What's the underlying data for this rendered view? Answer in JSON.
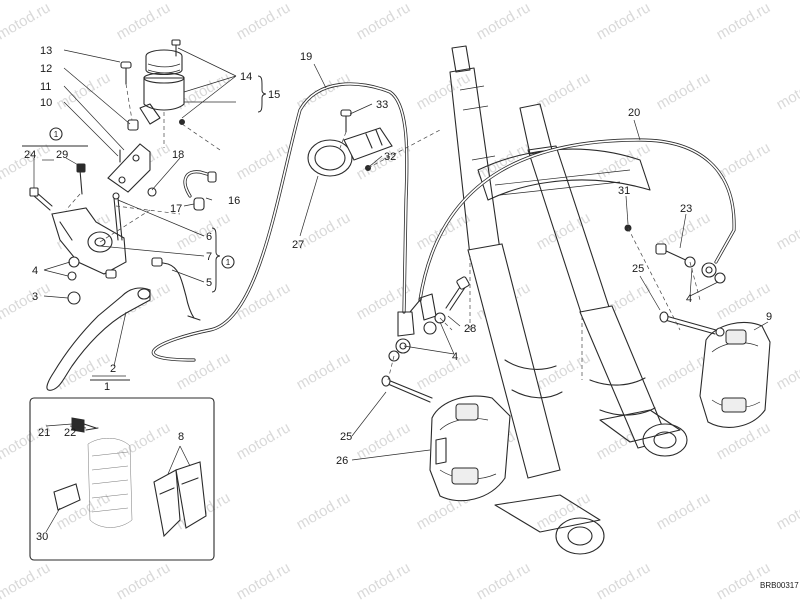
{
  "diagram": {
    "code": "BRB00317",
    "watermark_text": "motod.ru",
    "view_marker": "1",
    "callouts": [
      {
        "id": "13",
        "label": "13"
      },
      {
        "id": "12",
        "label": "12"
      },
      {
        "id": "11",
        "label": "11"
      },
      {
        "id": "10",
        "label": "10"
      },
      {
        "id": "14",
        "label": "14"
      },
      {
        "id": "15",
        "label": "15"
      },
      {
        "id": "18",
        "label": "18"
      },
      {
        "id": "17",
        "label": "17"
      },
      {
        "id": "16",
        "label": "16"
      },
      {
        "id": "24",
        "label": "24"
      },
      {
        "id": "29",
        "label": "29"
      },
      {
        "id": "6",
        "label": "6"
      },
      {
        "id": "7",
        "label": "7"
      },
      {
        "id": "5",
        "label": "5"
      },
      {
        "id": "4a",
        "label": "4"
      },
      {
        "id": "3",
        "label": "3"
      },
      {
        "id": "2",
        "label": "2"
      },
      {
        "id": "1",
        "label": "1"
      },
      {
        "id": "19",
        "label": "19"
      },
      {
        "id": "33",
        "label": "33"
      },
      {
        "id": "32",
        "label": "32"
      },
      {
        "id": "27",
        "label": "27"
      },
      {
        "id": "28",
        "label": "28"
      },
      {
        "id": "4b",
        "label": "4"
      },
      {
        "id": "20",
        "label": "20"
      },
      {
        "id": "31",
        "label": "31"
      },
      {
        "id": "23",
        "label": "23"
      },
      {
        "id": "25a",
        "label": "25"
      },
      {
        "id": "4c",
        "label": "4"
      },
      {
        "id": "9",
        "label": "9"
      },
      {
        "id": "25b",
        "label": "25"
      },
      {
        "id": "26",
        "label": "26"
      },
      {
        "id": "21",
        "label": "21"
      },
      {
        "id": "22",
        "label": "22"
      },
      {
        "id": "8",
        "label": "8"
      },
      {
        "id": "30",
        "label": "30"
      }
    ]
  }
}
